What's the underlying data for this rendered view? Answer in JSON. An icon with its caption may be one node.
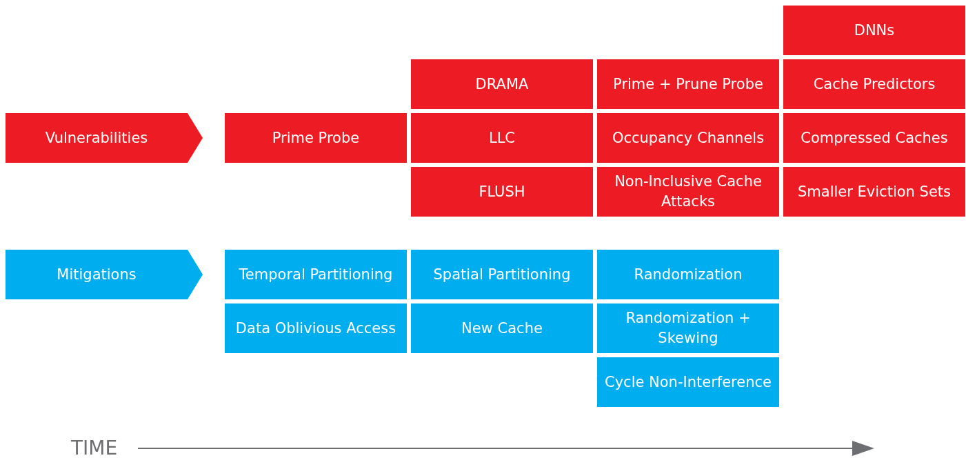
{
  "diagram": {
    "nodes": [
      {
        "text": [
          "Vulnerabilities"
        ]
      },
      {
        "text": [
          "Prime Probe"
        ]
      },
      {
        "text": [
          "DRAMA"
        ]
      },
      {
        "text": [
          "LLC"
        ]
      },
      {
        "text": [
          "FLUSH"
        ]
      },
      {
        "text": [
          "Prime + Prune Probe"
        ]
      },
      {
        "text": [
          "Occupancy Channels"
        ]
      },
      {
        "text": [
          "Non-Inclusive Cache Attacks"
        ]
      },
      {
        "text": [
          "DNNs"
        ]
      },
      {
        "text": [
          "Cache Predictors"
        ]
      },
      {
        "text": [
          "Compressed Caches"
        ]
      },
      {
        "text": [
          "Smaller Eviction Sets"
        ]
      },
      {
        "text": [
          "Mitigations"
        ]
      },
      {
        "text": [
          "Temporal Partitioning"
        ]
      },
      {
        "text": [
          "Data Oblivious Access"
        ]
      },
      {
        "text": [
          "Spatial Partitioning"
        ]
      },
      {
        "text": [
          "New Cache"
        ]
      },
      {
        "text": [
          "Randomization"
        ]
      },
      {
        "text": [
          "Randomization + Skewing"
        ]
      },
      {
        "text": [
          "Cycle Non-Interference"
        ]
      }
    ],
    "edges": [],
    "labels": [
      "TIME"
    ]
  }
}
